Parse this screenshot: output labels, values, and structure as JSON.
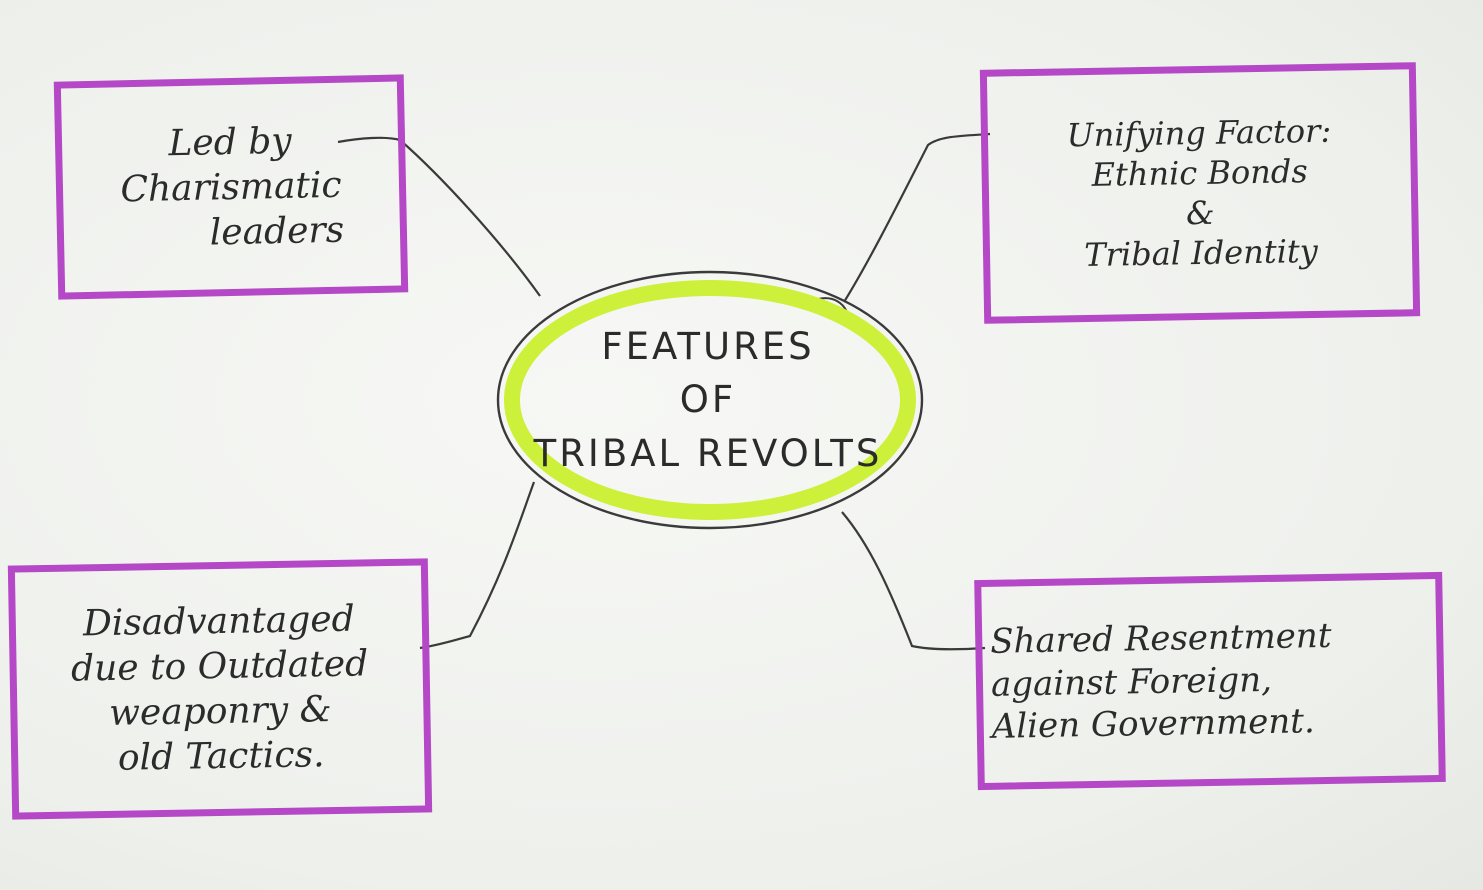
{
  "center": {
    "title": [
      "FEATURES",
      "OF",
      "TRIBAL REVOLTS"
    ],
    "ring_color": "#cdf03a"
  },
  "boxes": {
    "top_left": [
      "Led by",
      "Charismatic",
      "leaders"
    ],
    "top_right": [
      "Unifying Factor:",
      "Ethnic Bonds",
      "&",
      "Tribal Identity"
    ],
    "bottom_left": [
      "Disadvantaged",
      "due to Outdated",
      "weaponry &",
      "old Tactics."
    ],
    "bottom_right": [
      "Shared Resentment",
      "against Foreign,",
      "Alien Government."
    ]
  },
  "colors": {
    "box_border": "#b548c6",
    "ink": "#2b2b2b",
    "paper": "#f4f5f2"
  }
}
